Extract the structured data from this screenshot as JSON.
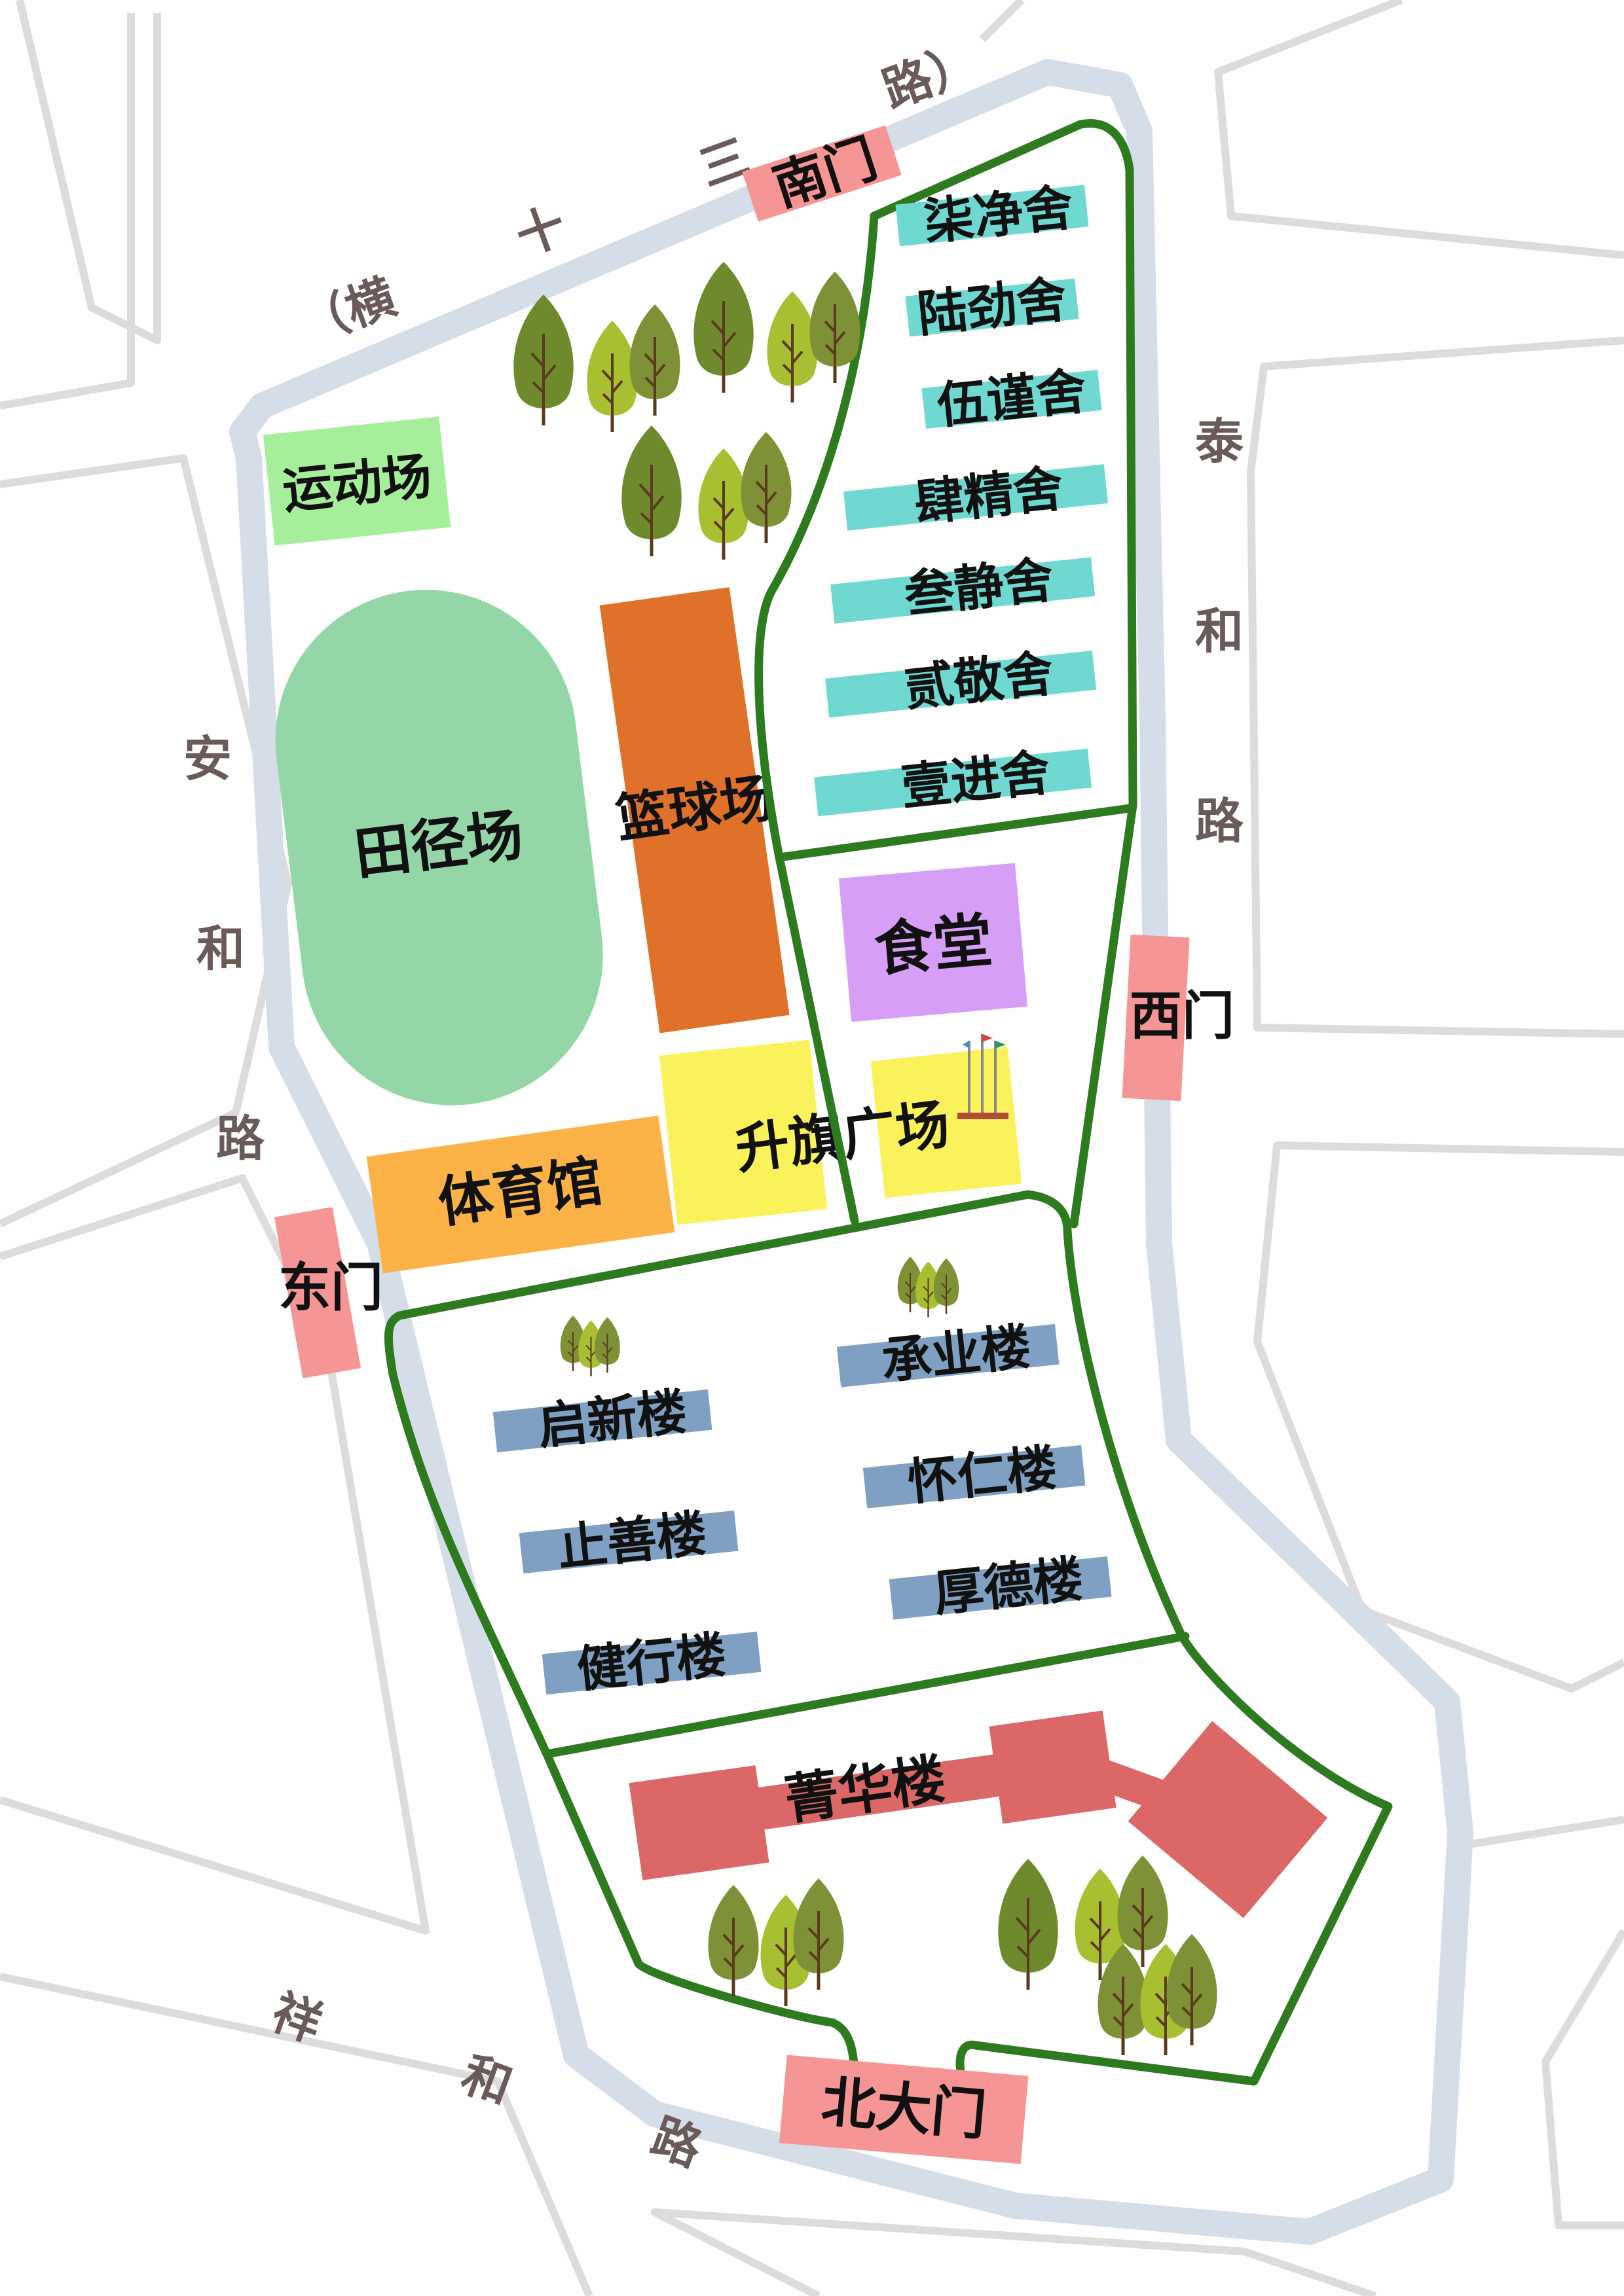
{
  "roads": {
    "north": [
      "（横",
      "十",
      "三",
      "路）"
    ],
    "west": [
      "安",
      "和",
      "路"
    ],
    "east": [
      "泰",
      "和",
      "路"
    ],
    "south": [
      "祥",
      "和",
      "路"
    ]
  },
  "gates": {
    "south_gate": "南门",
    "east_gate": "东门",
    "west_gate": "西门",
    "north_main_gate": "北大门"
  },
  "sports": {
    "sports_field": "运动场",
    "track_field": "田径场",
    "basketball_court": "篮球场",
    "gymnasium": "体育馆"
  },
  "plaza": {
    "flag_plaza": "升旗广场"
  },
  "canteen": "食堂",
  "dorms": [
    "柒净舍",
    "陆劲舍",
    "伍谨舍",
    "肆精舍",
    "叁静舍",
    "贰敬舍",
    "壹进舍"
  ],
  "teaching": {
    "left": [
      "启新楼",
      "止善楼",
      "健行楼"
    ],
    "right": [
      "承业楼",
      "怀仁楼",
      "厚德楼"
    ]
  },
  "main_building": "菁华楼",
  "colors": {
    "boundary_green": "#2e7a1f",
    "moat_blue": "#d5dde8",
    "gate_pink": "#f59595",
    "dorm_teal": "#6fd8d0",
    "teaching_blue": "#7fa0c2",
    "track_green": "#94d6a8",
    "field_green": "#a7ee9c",
    "court_orange": "#e0712a",
    "gym_orange": "#fbb348",
    "plaza_yellow": "#f9f25b",
    "canteen_purple": "#d79ef7",
    "main_building_red": "#db6767"
  }
}
